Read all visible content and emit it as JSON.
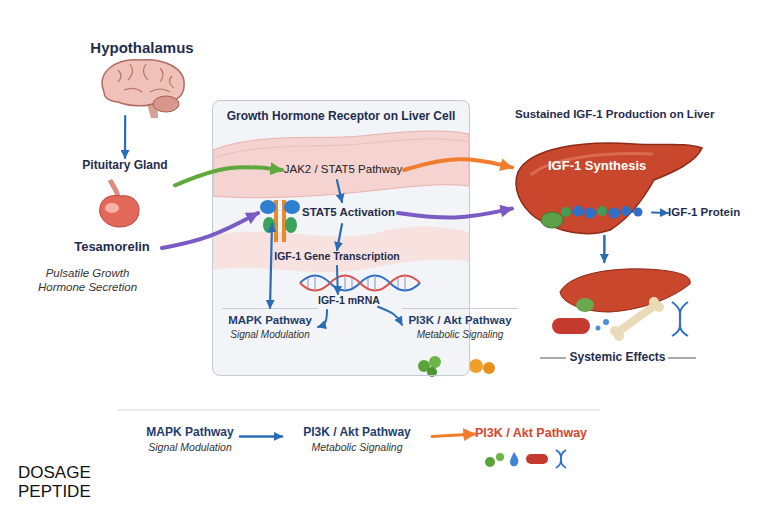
{
  "diagram": {
    "nodes": [
      {
        "text": [
          "Hypothalamus"
        ]
      },
      {
        "text": [
          "Pituitary Gland"
        ]
      },
      {
        "text": [
          "Tesamorelin"
        ]
      },
      {
        "text": [
          "Growth Hormone Receptor on Liver Cell"
        ]
      },
      {
        "text": [
          "JAK2 / STAT5 Pathway"
        ],
        "in": 3
      },
      {
        "text": [
          "STAT5 Activation"
        ],
        "in": 3
      },
      {
        "text": [
          "IGF-1 Gene Transcription"
        ],
        "in": 3
      },
      {
        "text": [
          "IGF-1 mRNA"
        ],
        "in": 3
      },
      {
        "text": [
          "MAPK Pathway",
          "Signal Modulation"
        ],
        "in": 3
      },
      {
        "text": [
          "PI3K / Akt Pathway",
          "Metabolic Signaling"
        ],
        "in": 3
      },
      {
        "text": [
          "IGF-1 Synthesis"
        ]
      },
      {
        "text": [
          "IGF-1 Protein"
        ]
      },
      {
        "text": [
          "Systemic Effects"
        ]
      },
      {
        "text": [
          "MAPK Pathway",
          "Signal Modulation"
        ]
      },
      {
        "text": [
          "PI3K / Akt Pathway",
          "Metabolic Signaling"
        ]
      },
      {
        "text": [
          "PI3K / Akt Pathway"
        ]
      }
    ],
    "edges": [
      {
        "from": 0,
        "to": 1,
        "arrow": "to"
      },
      {
        "from": 1,
        "to": 4,
        "arrow": "to"
      },
      {
        "from": 2,
        "to": 5,
        "arrow": "to"
      },
      {
        "from": 4,
        "to": 5,
        "arrow": "to"
      },
      {
        "from": 5,
        "to": 6,
        "arrow": "to"
      },
      {
        "from": 4,
        "to": 10,
        "arrow": "to"
      },
      {
        "from": 5,
        "to": 10,
        "arrow": "to"
      },
      {
        "from": 6,
        "to": 7,
        "arrow": "to"
      },
      {
        "from": 5,
        "to": 8,
        "arrow": "both"
      },
      {
        "from": 7,
        "to": 8,
        "arrow": "to"
      },
      {
        "from": 7,
        "to": 9,
        "arrow": "to"
      },
      {
        "from": 10,
        "to": 11,
        "arrow": "to"
      },
      {
        "from": 10,
        "to": 12,
        "arrow": "to"
      },
      {
        "from": 13,
        "to": 14,
        "arrow": "to"
      },
      {
        "from": 14,
        "to": 15,
        "arrow": "to"
      }
    ],
    "labels": [
      "Pulsatile Growth Hormone Secretion",
      "Sustained IGF-1 Production on Liver",
      "DOSAGE",
      "PEPTIDE"
    ]
  }
}
